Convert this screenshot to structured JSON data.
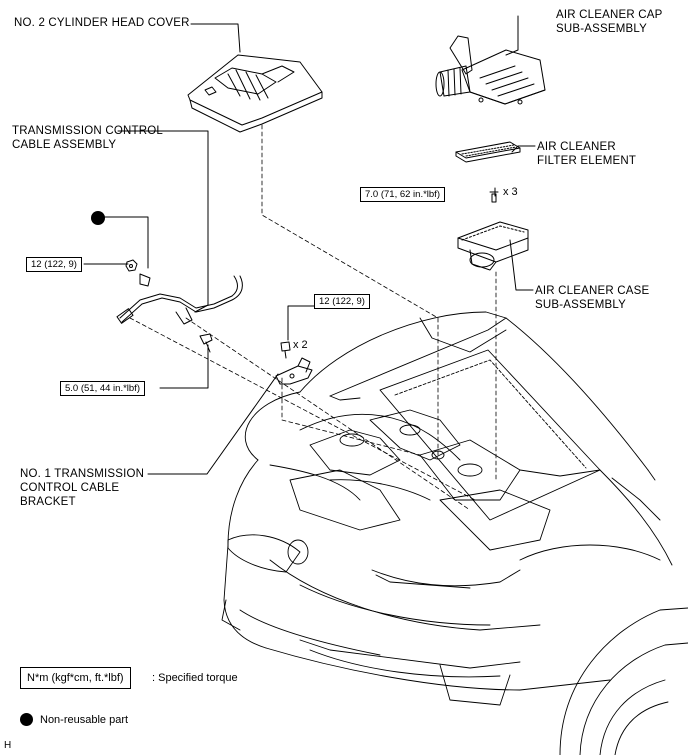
{
  "labels": {
    "head_cover": "NO. 2 CYLINDER HEAD COVER",
    "air_cleaner_cap": [
      "AIR CLEANER CAP",
      "SUB-ASSEMBLY"
    ],
    "trans_cable": [
      "TRANSMISSION CONTROL",
      "CABLE ASSEMBLY"
    ],
    "filter_element": [
      "AIR CLEANER",
      "FILTER ELEMENT"
    ],
    "air_cleaner_case": [
      "AIR CLEANER CASE",
      "SUB-ASSEMBLY"
    ],
    "trans_bracket": [
      "NO. 1 TRANSMISSION",
      "CONTROL CABLE",
      "BRACKET"
    ]
  },
  "torques": {
    "case_bolt": "7.0 (71, 62 in.*lbf)",
    "cable_nut": "12 (122, 9)",
    "bracket_bolt": "12 (122, 9)",
    "cable_bolt": "5.0 (51, 44 in.*lbf)"
  },
  "quantities": {
    "case_bolt": "x 3",
    "bracket_bolt": "x 2"
  },
  "legend": {
    "unit_box": "N*m (kgf*cm, ft.*lbf)",
    "unit_desc": ": Specified torque",
    "nonreusable": "Non-reusable part"
  },
  "figure_code": "H"
}
